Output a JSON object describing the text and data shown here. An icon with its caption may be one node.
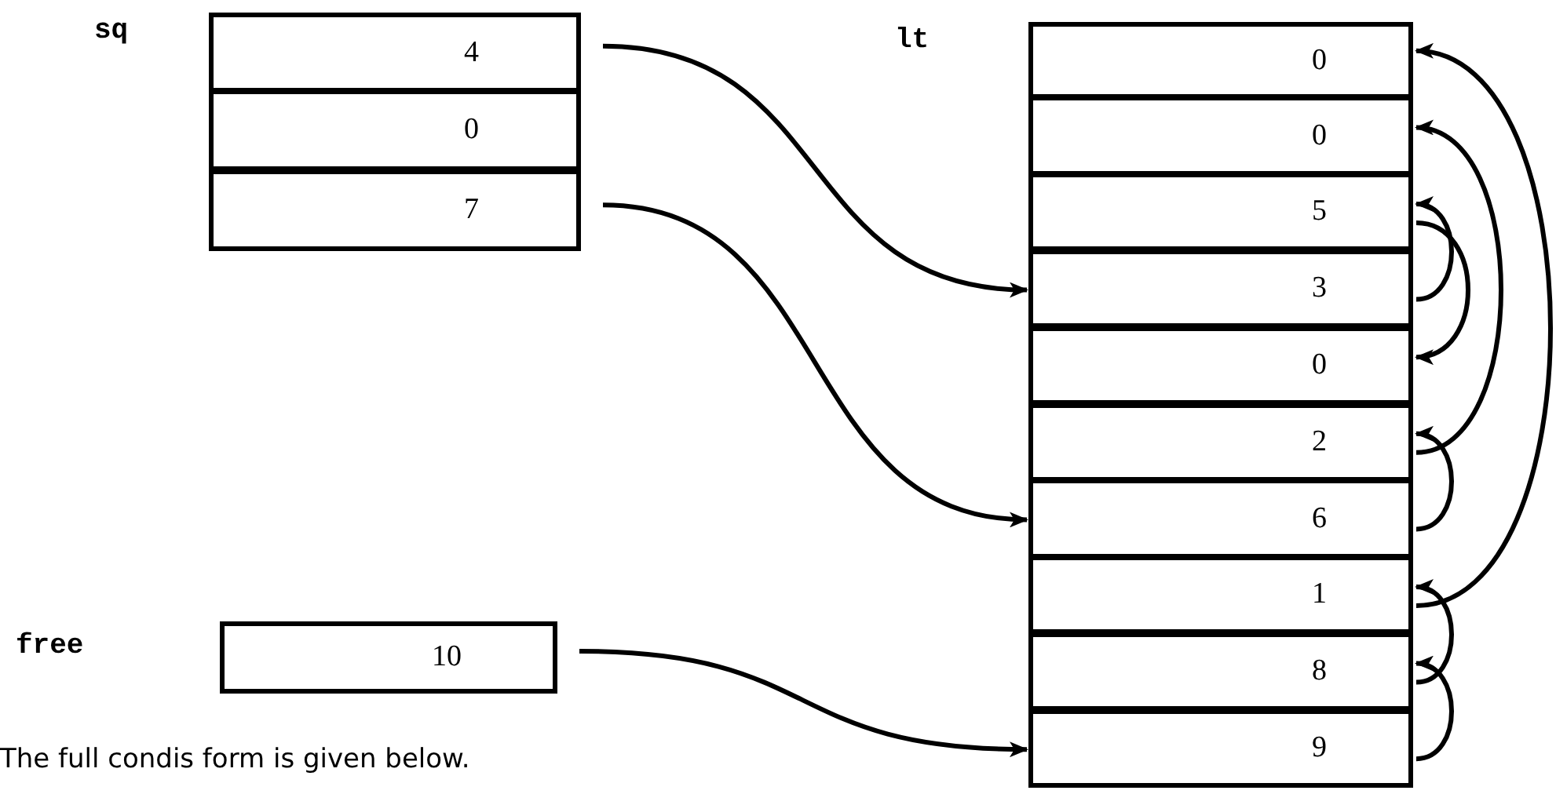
{
  "diagram": {
    "nodes": [
      {
        "text": [
          "sq"
        ]
      },
      {
        "text": [
          "4"
        ],
        "in": 0
      },
      {
        "text": [
          "0"
        ],
        "in": 0
      },
      {
        "text": [
          "7"
        ],
        "in": 0
      },
      {
        "text": [
          "free",
          "10"
        ]
      },
      {
        "text": [
          "lt"
        ]
      },
      {
        "text": [
          "0"
        ],
        "in": 5
      },
      {
        "text": [
          "0"
        ],
        "in": 5
      },
      {
        "text": [
          "5"
        ],
        "in": 5
      },
      {
        "text": [
          "3"
        ],
        "in": 5
      },
      {
        "text": [
          "0"
        ],
        "in": 5
      },
      {
        "text": [
          "2"
        ],
        "in": 5
      },
      {
        "text": [
          "6"
        ],
        "in": 5
      },
      {
        "text": [
          "1"
        ],
        "in": 5
      },
      {
        "text": [
          "8"
        ],
        "in": 5
      },
      {
        "text": [
          "9"
        ],
        "in": 5
      }
    ],
    "edges": [
      {
        "from": 1,
        "to": 9,
        "arrow": "to"
      },
      {
        "from": 3,
        "to": 12,
        "arrow": "to"
      },
      {
        "from": 4,
        "to": 15,
        "arrow": "to"
      },
      {
        "from": 8,
        "to": 10,
        "arrow": "to"
      },
      {
        "from": 9,
        "to": 8,
        "arrow": "to"
      },
      {
        "from": 11,
        "to": 7,
        "arrow": "to"
      },
      {
        "from": 12,
        "to": 11,
        "arrow": "to"
      },
      {
        "from": 13,
        "to": 6,
        "arrow": "to"
      },
      {
        "from": 14,
        "to": 13,
        "arrow": "to"
      },
      {
        "from": 15,
        "to": 14,
        "arrow": "to"
      }
    ],
    "labels": [
      "The full condis form is given below."
    ]
  }
}
